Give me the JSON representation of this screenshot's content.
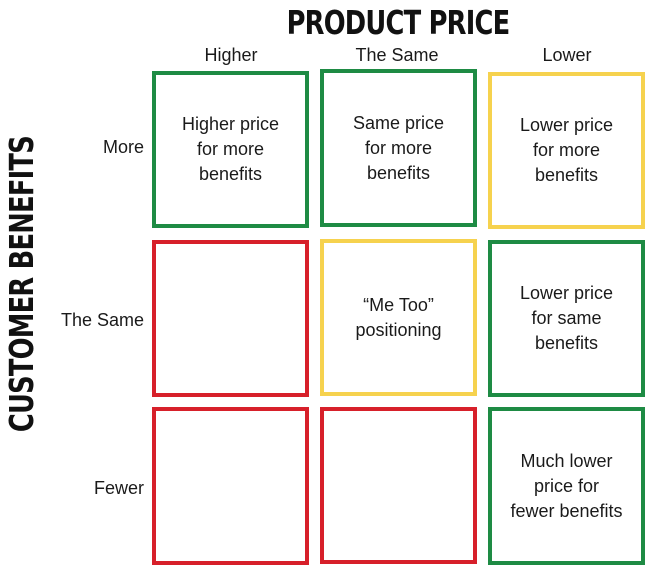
{
  "titles": {
    "top": "PRODUCT PRICE",
    "side": "CUSTOMER BENEFITS"
  },
  "columns": [
    "Higher",
    "The Same",
    "Lower"
  ],
  "rows": [
    "More",
    "The Same",
    "Fewer"
  ],
  "colors": {
    "green": "#1e8b44",
    "yellow": "#f6d24e",
    "red": "#d7202a"
  },
  "cells": [
    [
      {
        "text": "Higher price\nfor more\nbenefits",
        "color": "#1e8b44"
      },
      {
        "text": "Same price\nfor more\nbenefits",
        "color": "#1e8b44"
      },
      {
        "text": "Lower price\nfor more\nbenefits",
        "color": "#f6d24e"
      }
    ],
    [
      {
        "text": "",
        "color": "#d7202a"
      },
      {
        "text": "“Me Too”\npositioning",
        "color": "#f6d24e"
      },
      {
        "text": "Lower price\nfor same\nbenefits",
        "color": "#1e8b44"
      }
    ],
    [
      {
        "text": "",
        "color": "#d7202a"
      },
      {
        "text": "",
        "color": "#d7202a"
      },
      {
        "text": "Much lower\nprice for\nfewer benefits",
        "color": "#1e8b44"
      }
    ]
  ]
}
